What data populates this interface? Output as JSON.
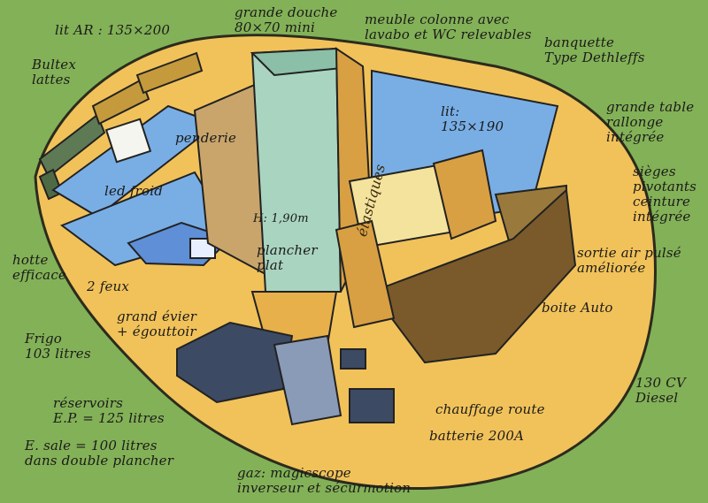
{
  "labels": {
    "lit_ar": "lit AR : 135×200",
    "bultex": "Bultex\nlattes",
    "grande_douche": "grande douche\n80×70 mini",
    "meuble_colonne": "meuble colonne avec\nlavabo et WC relevables",
    "banquette": "banquette\nType Dethleffs",
    "lit_135": "lit:\n135×190",
    "grande_table": "grande table\nrallonge\nintégrée",
    "penderie": "penderie",
    "led_froid": "led froid",
    "sieges": "sièges\npivotants\nceinture\nintégrée",
    "hauteur": "H: 1,90m",
    "hotte": "hotte\nefficace",
    "plancher": "plancher\nplat",
    "sortie_air": "sortie air pulsé\naméliorée",
    "vertical_text": "élastiques",
    "deux_feux": "2 feux",
    "boite_auto": "boite Auto",
    "evier": "grand évier\n+ égouttoir",
    "frigo": "Frigo\n103 litres",
    "diesel": "130 CV\nDiesel",
    "reservoirs": "réservoirs\nE.P. = 125 litres",
    "chauffage": "chauffage route",
    "e_sale": "E. sale = 100 litres\ndans double plancher",
    "batterie": "batterie 200A",
    "gaz": "gaz: magicscope\ninverseur et sécurmotion"
  },
  "colors": {
    "background": "#83b157",
    "floor": "#f1c25a",
    "floor_outline": "#2b2b1e",
    "bed_blue": "#79aee5",
    "shower": "#a9d4c0",
    "furniture": "#d8a043",
    "dark_blue": "#3d4a63",
    "brown": "#7a5a2a"
  }
}
